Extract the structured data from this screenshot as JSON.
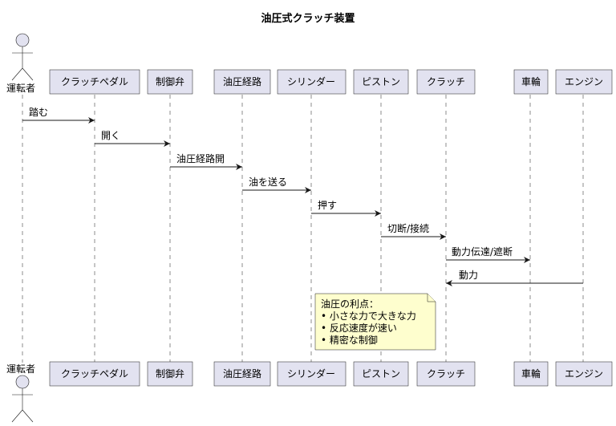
{
  "title": "油圧式クラッチ装置",
  "actor": {
    "label": "運転者"
  },
  "participants": [
    "クラッチペダル",
    "制御弁",
    "油圧経路",
    "シリンダー",
    "ピストン",
    "クラッチ",
    "車輪",
    "エンジン"
  ],
  "messages": [
    {
      "from": "運転者",
      "to": "クラッチペダル",
      "label": "踏む"
    },
    {
      "from": "クラッチペダル",
      "to": "制御弁",
      "label": "開く"
    },
    {
      "from": "制御弁",
      "to": "油圧経路",
      "label": "油圧経路開"
    },
    {
      "from": "油圧経路",
      "to": "シリンダー",
      "label": "油を送る"
    },
    {
      "from": "シリンダー",
      "to": "ピストン",
      "label": "押す"
    },
    {
      "from": "ピストン",
      "to": "クラッチ",
      "label": "切断/接続"
    },
    {
      "from": "クラッチ",
      "to": "車輪",
      "label": "動力伝達/遮断"
    },
    {
      "from": "エンジン",
      "to": "クラッチ",
      "label": "動力"
    }
  ],
  "note": {
    "lines": [
      "油圧の利点：",
      "• 小さな力で大きな力",
      "• 反応速度が速い",
      "• 精密な制御"
    ]
  }
}
